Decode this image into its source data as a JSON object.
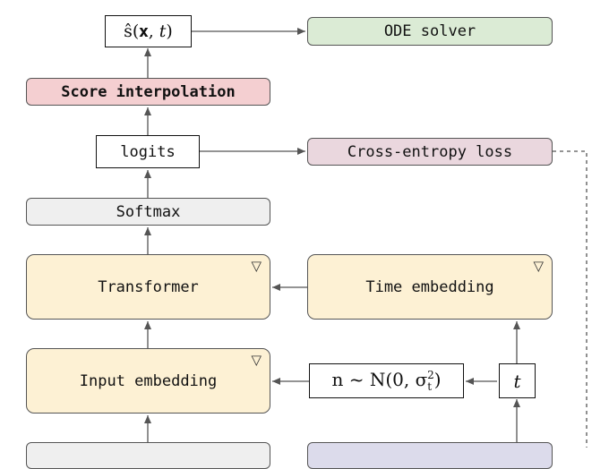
{
  "nodes": {
    "score_out": {
      "label": "ŝ(𝐱, 𝑡)"
    },
    "ode_solver": {
      "label": "ODE solver"
    },
    "score_interpolation": {
      "label": "Score interpolation"
    },
    "logits": {
      "label": "logits"
    },
    "ce_loss": {
      "label": "Cross-entropy loss"
    },
    "softmax": {
      "label": "Softmax"
    },
    "transformer": {
      "label": "Transformer",
      "marker": "▽"
    },
    "time_embedding": {
      "label": "Time embedding",
      "marker": "▽"
    },
    "input_embedding": {
      "label": "Input embedding",
      "marker": "▽"
    },
    "t_node": {
      "label": "𝑡"
    }
  },
  "noise": {
    "prefix": "n ~ N(0, σ",
    "sub": "t",
    "sup": "2",
    "suffix": ")"
  },
  "colors": {
    "yellow": "#fdf1d4",
    "red": "#f4cfd1",
    "pink": "#ead7de",
    "green": "#dbebd5",
    "grey": "#efefef",
    "lavender": "#dcdbeb",
    "stroke": "#555555"
  }
}
